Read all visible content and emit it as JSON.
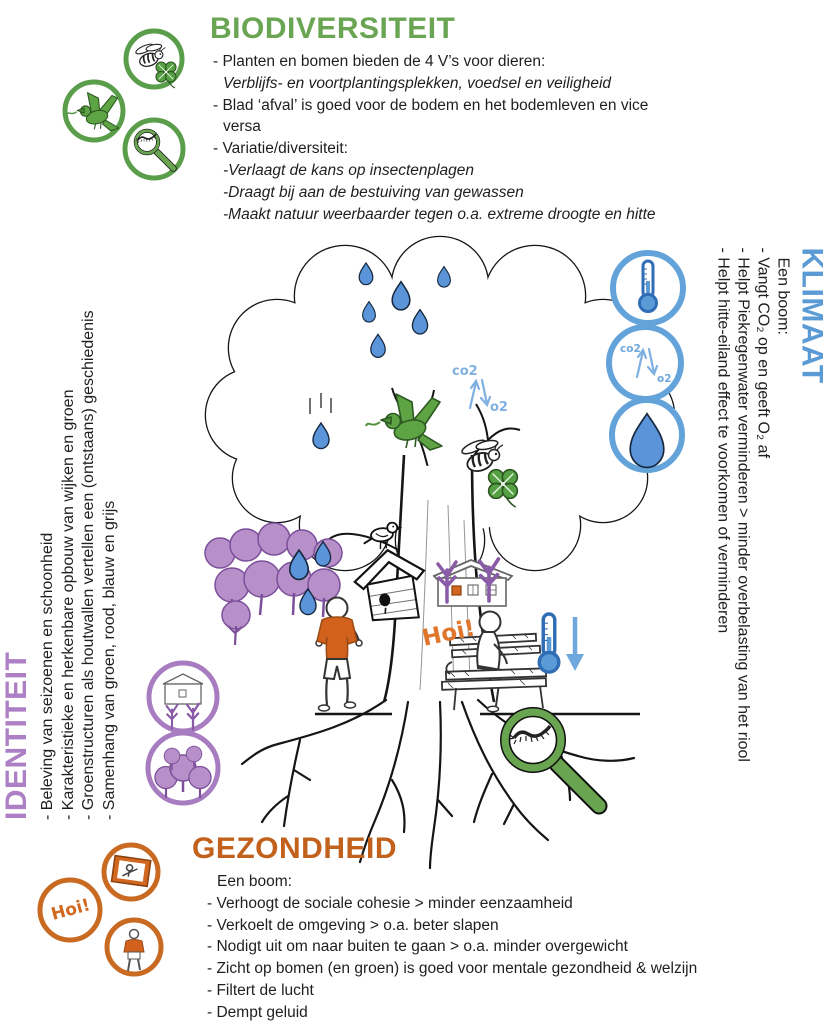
{
  "palette": {
    "green": "#6aa553",
    "blue": "#5b9bd5",
    "purple": "#ad7fc4",
    "orange": "#c2611c"
  },
  "biodiversiteit": {
    "title": "BIODIVERSITEIT",
    "lines": [
      "- Planten en bomen bieden de 4 V’s voor dieren:",
      "Verblijfs- en voortplantingsplekken, voedsel en veiligheid",
      "- Blad ‘afval’ is goed voor de bodem en het bodemleven en vice",
      "versa",
      "- Variatie/diversiteit:",
      "-Verlaagt de kans op insectenplagen",
      "-Draagt bij aan de bestuiving van gewassen",
      "-Maakt natuur weerbaarder tegen o.a. extreme droogte en hitte"
    ]
  },
  "klimaat": {
    "title": "KLIMAAT",
    "intro": "Een boom:",
    "lines": [
      "- Vangt CO₂ op en geeft O₂ af",
      "- Helpt Piekregenwater verminderen > minder overbelasting van het riool",
      "- Helpt hitte-eiland effect te voorkomen of verminderen"
    ]
  },
  "identiteit": {
    "title": "IDENTITEIT",
    "lines": [
      "- Beleving van seizoenen en schoonheid",
      "- Karakteristieke en herkenbare opbouw van wijken en groen",
      "- Groenstructuren als houtwallen vertellen een (ontstaans) geschiedenis",
      "- Samenhang van groen, rood, blauw en grijs"
    ]
  },
  "gezondheid": {
    "title": "GEZONDHEID",
    "intro": "Een boom:",
    "lines": [
      "- Verhoogt de sociale cohesie > minder eenzaamheid",
      "- Verkoelt de omgeving > o.a. beter slapen",
      "- Nodigt uit om naar buiten te gaan > o.a. minder overgewicht",
      "- Zicht op bomen (en groen) is goed voor mentale gezondheid & welzijn",
      "- Filtert de lucht",
      "- Dempt geluid"
    ]
  },
  "illustration": {
    "hoi": "Hoi!",
    "co2": "co2",
    "o2": "o2"
  },
  "icons": {
    "green": [
      "bee-with-clover",
      "flying-bird",
      "magnifier-with-caterpillar"
    ],
    "blue": [
      "thermometer",
      "co2-o2-exchange",
      "water-drop"
    ],
    "purple": [
      "street-trees-with-houses",
      "row-of-trees"
    ],
    "orange": [
      "window-view-person",
      "hoi-greeting",
      "walking-person"
    ],
    "hoi_label": "Hoi!",
    "co2_label": "co2",
    "o2_label": "o2"
  }
}
